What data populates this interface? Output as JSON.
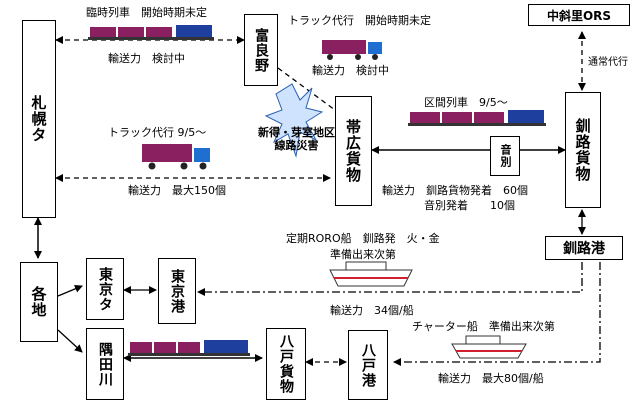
{
  "nodes": {
    "sapporo": "札幌タ",
    "furano": "富良野",
    "obihiro": "帯広貨物",
    "kushiro_freight": "釧路貨物",
    "nakashari": "中斜里ORS",
    "kushiro_port": "釧路港",
    "kakuchi": "各地",
    "tokyo_ta": "東京タ",
    "tokyo_port": "東京港",
    "sumidagawa": "隅田川",
    "hachinohe_freight": "八戸貨物",
    "hachinohe_port": "八戸港",
    "onbetsu": "音別"
  },
  "labels": {
    "rinji_title": "臨時列車　開始時期未定",
    "rinji_capacity": "輸送力　検討中",
    "truck1_title": "トラック代行　開始時期未定",
    "truck1_capacity": "輸送力　検討中",
    "truck2_title": "トラック代行 9/5～",
    "truck2_capacity": "輸送力　最大150個",
    "disaster": "新得・芽室地区\n線路災害",
    "kukan_title": "区間列車　9/5～",
    "kushiro_capacity": "輸送力　釧路貨物発着　60個",
    "onbetsu_capacity": "音別発着　　10個",
    "normal_service": "通常代行",
    "roro_title": "定期RORO船　釧路発　火・金",
    "roro_ready": "準備出来次第",
    "roro_capacity": "輸送力　34個/船",
    "charter_title": "チャーター船　準備出来次第",
    "charter_capacity": "輸送力　最大80個/船"
  },
  "colors": {
    "locomotive": "#1f3f9e",
    "container": "#8a2060",
    "truck_cab": "#1f6fd0",
    "ship_hull": "#ffffff",
    "ship_stripe": "#d02030"
  }
}
